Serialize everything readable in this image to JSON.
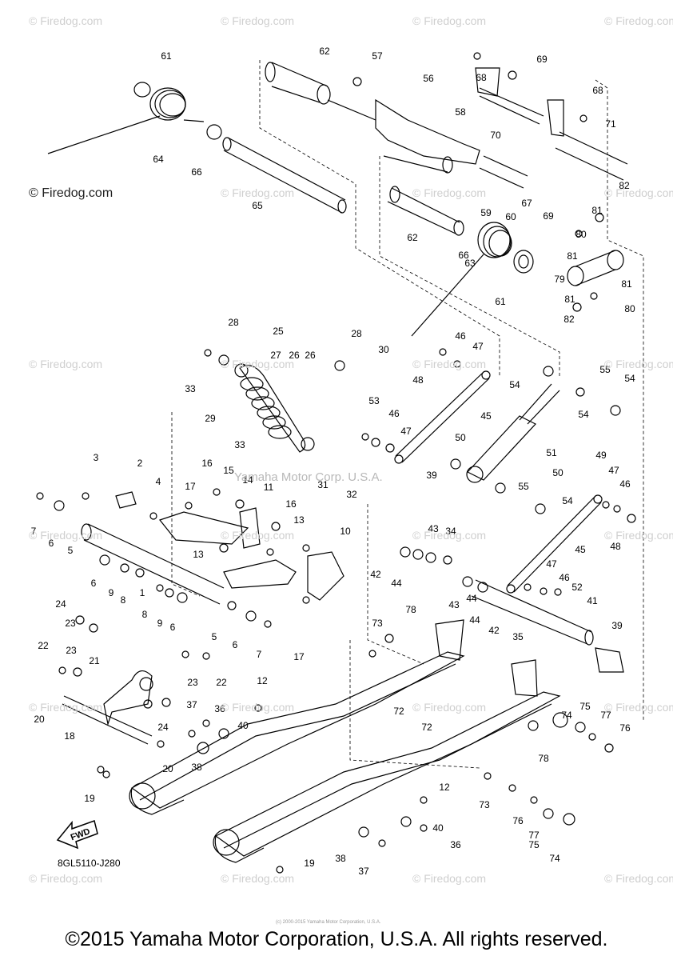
{
  "watermarks": {
    "short": "© Firedog.com",
    "strong": "© Firedog.com",
    "mid": "Yamaha Motor Corp. U.S.A."
  },
  "diagram_code": "8GL5110-J280",
  "fwd_label": "FWD",
  "tiny_copyright": "(c) 2000-2015 Yamaha Motor Corporation, U.S.A.",
  "footer": "©2015 Yamaha Motor Corporation, U.S.A. All rights reserved.",
  "callouts": [
    "61",
    "62",
    "57",
    "56",
    "58",
    "68",
    "69",
    "68",
    "70",
    "71",
    "64",
    "66",
    "65",
    "59",
    "60",
    "67",
    "69",
    "82",
    "81",
    "80",
    "81",
    "62",
    "66",
    "63",
    "79",
    "81",
    "61",
    "81",
    "80",
    "82",
    "28",
    "25",
    "27",
    "26",
    "26",
    "28",
    "30",
    "46",
    "47",
    "48",
    "54",
    "55",
    "54",
    "33",
    "29",
    "53",
    "46",
    "47",
    "45",
    "50",
    "54",
    "33",
    "31",
    "32",
    "39",
    "51",
    "49",
    "50",
    "3",
    "2",
    "4",
    "16",
    "15",
    "14",
    "11",
    "17",
    "16",
    "47",
    "46",
    "7",
    "6",
    "5",
    "13",
    "55",
    "54",
    "48",
    "13",
    "10",
    "43",
    "34",
    "42",
    "44",
    "6",
    "9",
    "8",
    "1",
    "42",
    "44",
    "43",
    "44",
    "41",
    "52",
    "47",
    "46",
    "8",
    "9",
    "6",
    "45",
    "24",
    "23",
    "7",
    "73",
    "78",
    "39",
    "22",
    "23",
    "5",
    "6",
    "35",
    "21",
    "17",
    "23",
    "22",
    "12",
    "20",
    "18",
    "24",
    "37",
    "36",
    "40",
    "38",
    "72",
    "72",
    "74",
    "75",
    "77",
    "76",
    "78",
    "20",
    "19",
    "12",
    "73",
    "76",
    "77",
    "75",
    "74",
    "40",
    "36",
    "38",
    "37",
    "19"
  ]
}
